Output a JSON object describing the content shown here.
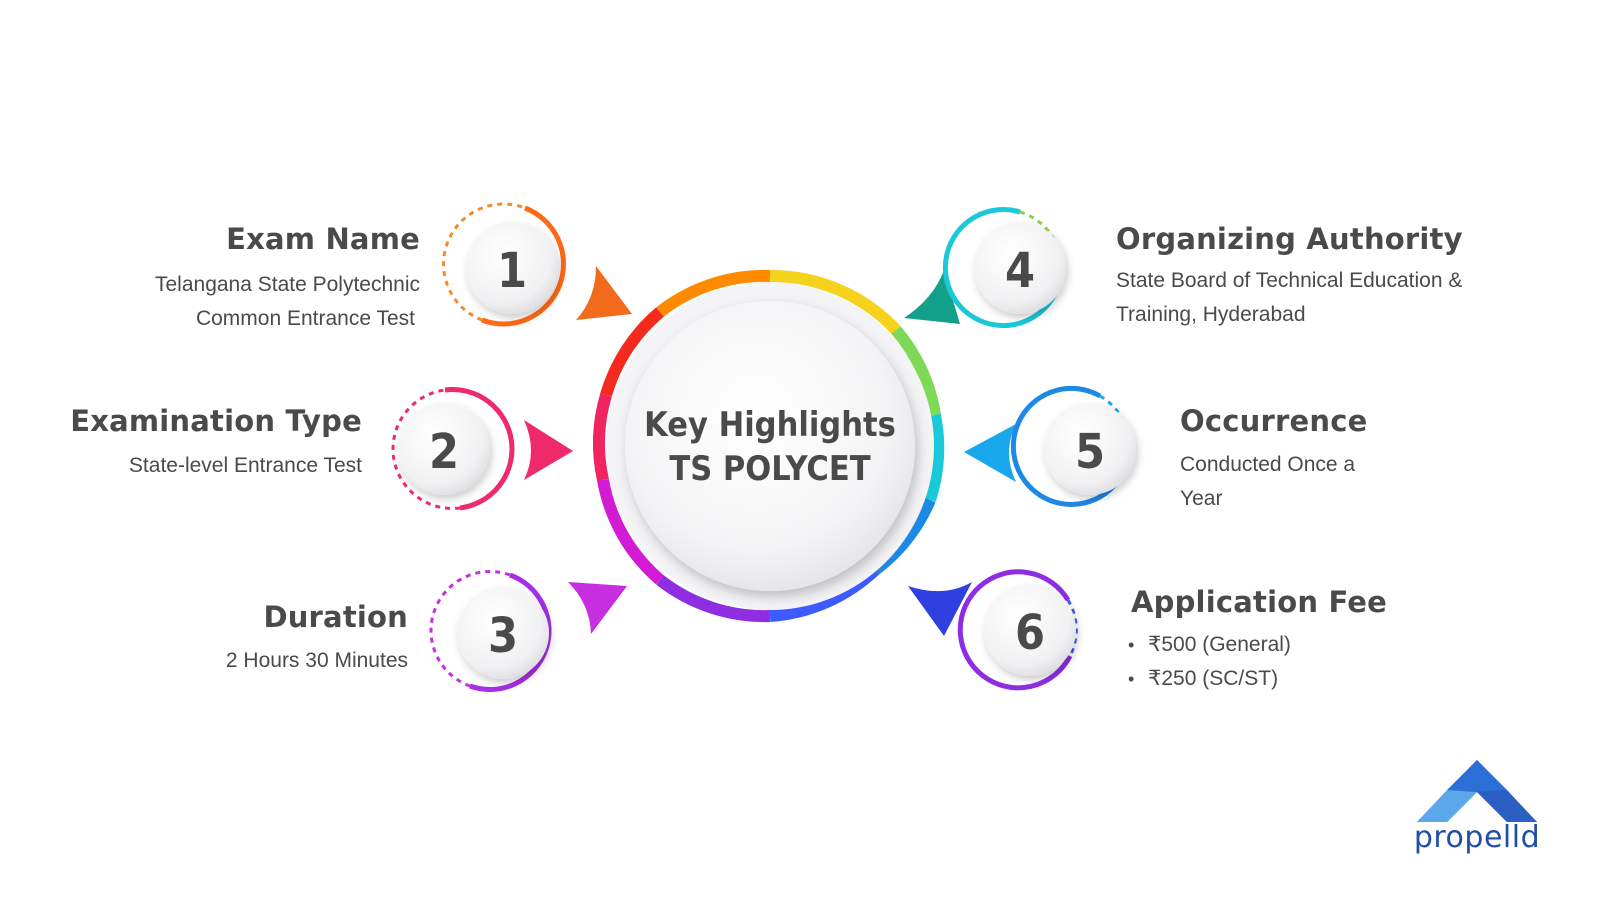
{
  "center": {
    "line1": "Key Highlights",
    "line2": "TS POLYCET"
  },
  "items": [
    {
      "number": "1",
      "title": "Exam Name",
      "lines": [
        "Telangana State Polytechnic",
        "Common Entrance Test"
      ]
    },
    {
      "number": "2",
      "title": "Examination Type",
      "lines": [
        "State-level Entrance Test"
      ]
    },
    {
      "number": "3",
      "title": "Duration",
      "lines": [
        "2 Hours 30 Minutes"
      ]
    },
    {
      "number": "4",
      "title": "Organizing Authority",
      "lines": [
        "State Board of Technical Education &",
        "Training, Hyderabad"
      ]
    },
    {
      "number": "5",
      "title": "Occurrence",
      "lines": [
        "Conducted Once a",
        "Year"
      ]
    },
    {
      "number": "6",
      "title": "Application Fee",
      "bullets": [
        "₹500 (General)",
        "₹250 (SC/ST)"
      ]
    }
  ],
  "colors": {
    "item1": "#f26b1d",
    "item2": "#ee2a6b",
    "item3": "#c62ee0",
    "item4": "#12a08a",
    "item5": "#1aa7ec",
    "item6": "#2f3fe0",
    "text": "#4a4a4a",
    "brand": "#1f4fa8"
  },
  "brand": {
    "name": "propelld"
  }
}
